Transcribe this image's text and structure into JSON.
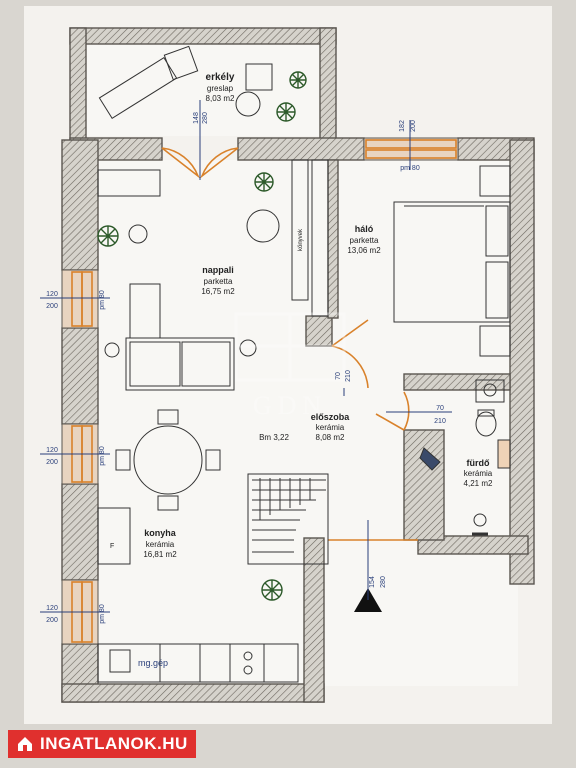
{
  "rooms": {
    "erkely": {
      "name": "erkély",
      "floor": "greslap",
      "area": "8,03 m2"
    },
    "nappali": {
      "name": "nappali",
      "floor": "parketta",
      "area": "16,75 m2"
    },
    "halo": {
      "name": "háló",
      "floor": "parketta",
      "area": "13,06 m2"
    },
    "eloszoba": {
      "name": "előszoba",
      "floor": "kerámia",
      "area": "8,08 m2"
    },
    "furdo": {
      "name": "fürdő",
      "floor": "kerámia",
      "area": "4,21 m2"
    },
    "konyha": {
      "name": "konyha",
      "floor": "kerámia",
      "area": "16,81 m2"
    }
  },
  "labels": {
    "bm": "Bm 3,22",
    "konyvek": "könyvek",
    "mg_gep": "mg.gép",
    "fridge": "F"
  },
  "dims": {
    "balcony_door_w": "148",
    "balcony_door_h": "280",
    "bed_window_w": "182",
    "bed_window_h": "200",
    "bed_window_pm": "pm 80",
    "win1_w": "120",
    "win1_h": "200",
    "win1_pm": "pm 80",
    "win2_w": "120",
    "win2_h": "200",
    "win2_pm": "pm 80",
    "win3_w": "120",
    "win3_h": "200",
    "win3_pm": "pm 80",
    "door_halo_w": "70",
    "door_halo_h": "210",
    "door_bath_w": "70",
    "door_bath_h": "210",
    "entry_w": "154",
    "entry_h": "280"
  },
  "watermark": "GDN",
  "site_badge": "INGATLANOK.HU",
  "colors": {
    "wall": "#5a5650",
    "hatch": "#9a958d",
    "door": "#d9822b",
    "badge": "#e0302e",
    "plant": "#2d5a2a"
  }
}
